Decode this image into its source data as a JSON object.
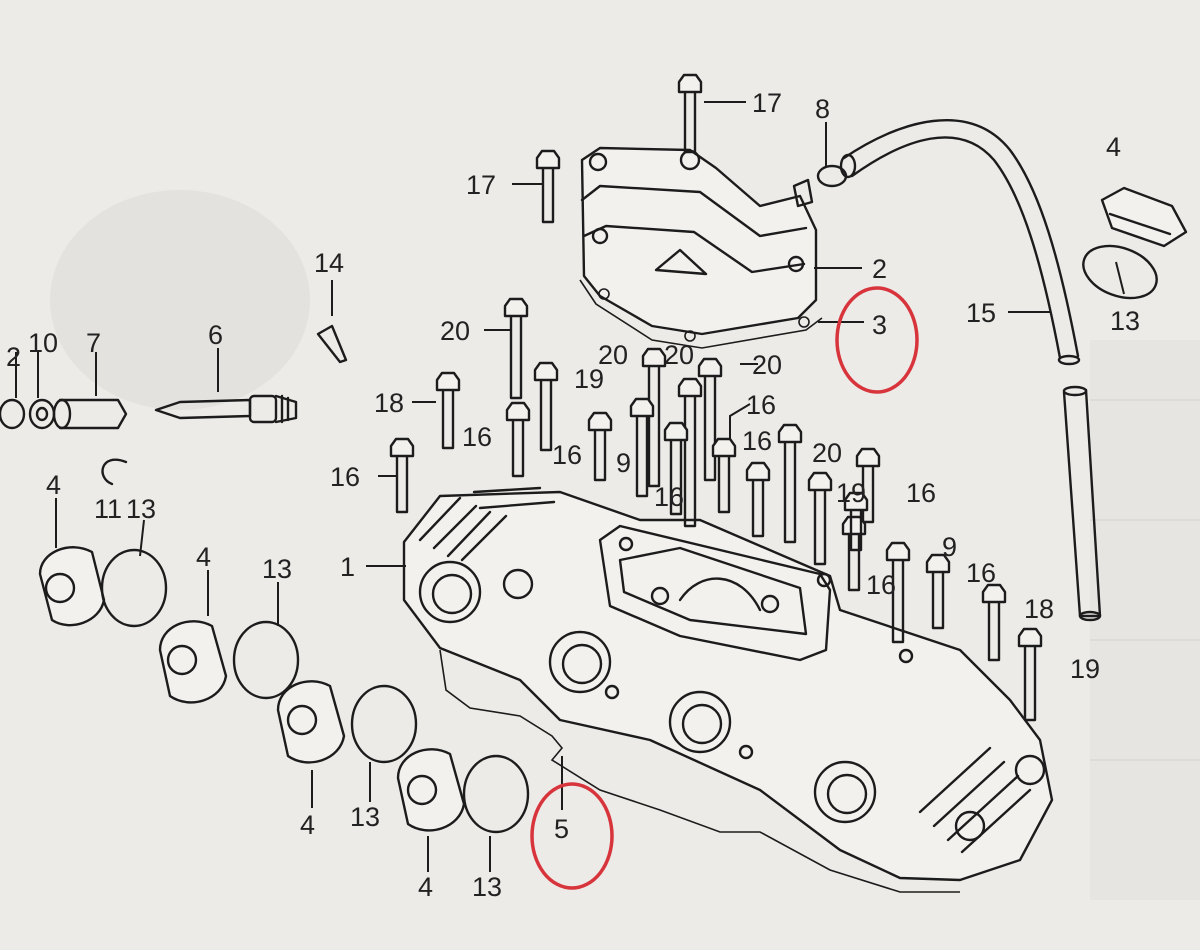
{
  "diagram": {
    "callouts": [
      {
        "id": "c1",
        "text": "17"
      },
      {
        "id": "c2",
        "text": "8"
      },
      {
        "id": "c3",
        "text": "4"
      },
      {
        "id": "c4",
        "text": "17"
      },
      {
        "id": "c5",
        "text": "2"
      },
      {
        "id": "c6",
        "text": "3"
      },
      {
        "id": "c7",
        "text": "15"
      },
      {
        "id": "c8",
        "text": "13"
      },
      {
        "id": "c9",
        "text": "14"
      },
      {
        "id": "c10",
        "text": "2"
      },
      {
        "id": "c11",
        "text": "10"
      },
      {
        "id": "c12",
        "text": "7"
      },
      {
        "id": "c13",
        "text": "6"
      },
      {
        "id": "c14",
        "text": "20"
      },
      {
        "id": "c15",
        "text": "20"
      },
      {
        "id": "c16",
        "text": "20"
      },
      {
        "id": "c17",
        "text": "20"
      },
      {
        "id": "c18",
        "text": "18"
      },
      {
        "id": "c19",
        "text": "19"
      },
      {
        "id": "c20",
        "text": "16"
      },
      {
        "id": "c21",
        "text": "16"
      },
      {
        "id": "c22",
        "text": "16"
      },
      {
        "id": "c23",
        "text": "9"
      },
      {
        "id": "c24",
        "text": "16"
      },
      {
        "id": "c25",
        "text": "20"
      },
      {
        "id": "c26",
        "text": "16"
      },
      {
        "id": "c27",
        "text": "19"
      },
      {
        "id": "c28",
        "text": "16"
      },
      {
        "id": "c29",
        "text": "16"
      },
      {
        "id": "c30",
        "text": "11"
      },
      {
        "id": "c31",
        "text": "13"
      },
      {
        "id": "c32",
        "text": "4"
      },
      {
        "id": "c33",
        "text": "1"
      },
      {
        "id": "c34",
        "text": "4"
      },
      {
        "id": "c35",
        "text": "13"
      },
      {
        "id": "c36",
        "text": "9"
      },
      {
        "id": "c37",
        "text": "16"
      },
      {
        "id": "c38",
        "text": "16"
      },
      {
        "id": "c39",
        "text": "18"
      },
      {
        "id": "c40",
        "text": "19"
      },
      {
        "id": "c41",
        "text": "4"
      },
      {
        "id": "c42",
        "text": "13"
      },
      {
        "id": "c43",
        "text": "5"
      },
      {
        "id": "c44",
        "text": "4"
      },
      {
        "id": "c45",
        "text": "13"
      }
    ],
    "highlight_color": "#d8343c"
  }
}
